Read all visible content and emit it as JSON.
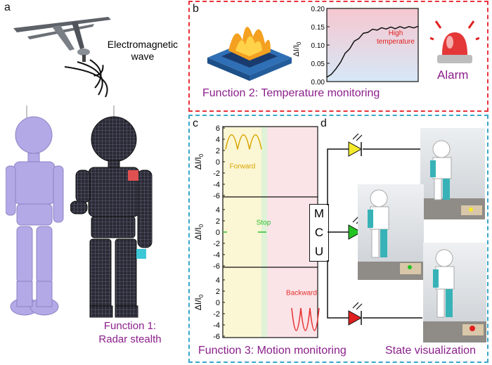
{
  "panel_a": {
    "letter": "a",
    "em_label_1": "Electromagnetic",
    "em_label_2": "wave",
    "function_line1": "Function 1:",
    "function_line2": "Radar stealth"
  },
  "panel_b": {
    "letter": "b",
    "function_label": "Function 2: Temperature monitoring",
    "alarm_label": "Alarm",
    "annotation_1": "High",
    "annotation_2": "temperature"
  },
  "panel_c": {
    "letter": "c",
    "function_label": "Function 3: Motion monitoring",
    "forward_label": "Forward",
    "stop_label": "Stop",
    "backward_label": "Backward"
  },
  "panel_d": {
    "letter": "d",
    "mcu": [
      "M",
      "C",
      "U"
    ],
    "state_label": "State visualization"
  },
  "colors": {
    "purple_text": "#8b1f8b",
    "red_dashed": "#e8333a",
    "blue_dashed": "#3aa7c9",
    "forward_curve": "#d9a400",
    "stop_curve": "#2fbf2f",
    "backward_curve": "#e53030",
    "led_yellow": "#f4ea2a",
    "led_green": "#22c322",
    "led_red": "#e02020",
    "robot_purple": "#b3a9e6"
  },
  "chart_data": [
    {
      "type": "line",
      "title": "",
      "xlabel": "",
      "ylabel": "ΔI/I0",
      "ylim": [
        0.0,
        0.2
      ],
      "yticks": [
        "0.00",
        "0.05",
        "0.10",
        "0.15",
        "0.20"
      ],
      "annotation": "High temperature",
      "series": [
        {
          "x": [
            0,
            0.05,
            0.1,
            0.15,
            0.2,
            0.25,
            0.3,
            0.35,
            0.4,
            0.45,
            0.5,
            0.55,
            0.6,
            0.65,
            0.7,
            0.75,
            0.8,
            0.85,
            0.9,
            0.95,
            1.0
          ],
          "values": [
            0.012,
            0.02,
            0.035,
            0.055,
            0.075,
            0.092,
            0.108,
            0.12,
            0.13,
            0.137,
            0.141,
            0.143,
            0.145,
            0.146,
            0.147,
            0.147,
            0.148,
            0.148,
            0.148,
            0.149,
            0.149
          ]
        }
      ]
    },
    {
      "type": "line",
      "title": "",
      "ylabel": "ΔI/I0",
      "yticks": [
        "-6",
        "-4",
        "-2",
        "0",
        "2",
        "4",
        "6"
      ],
      "ylim": [
        -6,
        6
      ],
      "panels": [
        {
          "label": "Forward",
          "series": [
            {
              "x": [
                0.05,
                0.13,
                0.2,
                0.28,
                0.35,
                0.43,
                0.5,
                0.58,
                0.66
              ],
              "values": [
                2.2,
                4.8,
                2.2,
                4.8,
                2.2,
                4.8,
                2.2,
                4.8,
                2.2
              ]
            }
          ]
        },
        {
          "label": "Stop",
          "series": [
            {
              "x": [
                0.0,
                0.04,
                0.45,
                0.53
              ],
              "values": [
                0,
                0,
                0,
                0
              ]
            }
          ]
        },
        {
          "label": "Backward",
          "series": [
            {
              "x": [
                0.7,
                0.76,
                0.82,
                0.88,
                0.94,
                1.0
              ],
              "values": [
                -1,
                -5,
                -1,
                -5,
                -1,
                -5
              ]
            }
          ]
        }
      ]
    }
  ]
}
